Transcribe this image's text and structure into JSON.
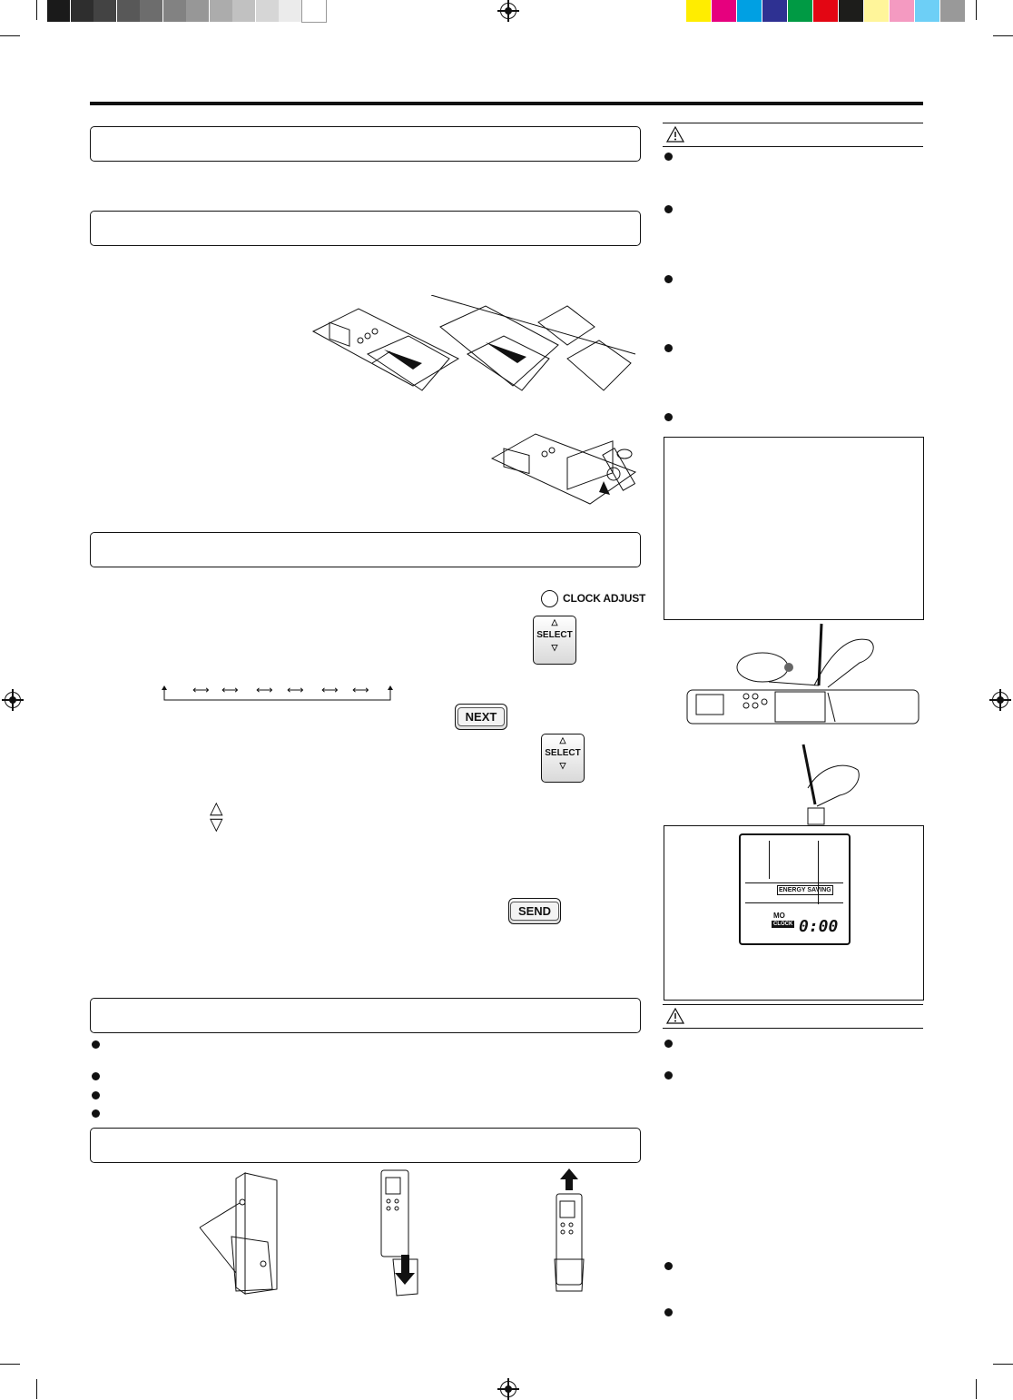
{
  "color_bar": {
    "grays": [
      "#1a1a1a",
      "#2e2e2e",
      "#434343",
      "#585858",
      "#6d6d6d",
      "#828282",
      "#979797",
      "#acacac",
      "#c1c1c1",
      "#d6d6d6",
      "#ebebeb",
      "#ffffff"
    ],
    "colors": [
      "#ffed00",
      "#e6007e",
      "#00a0e3",
      "#2e3192",
      "#009a44",
      "#e30613",
      "#1d1d1b",
      "#fff59a",
      "#f49ac1",
      "#6dcff6",
      "#999999"
    ]
  },
  "buttons": {
    "clock_adjust": "CLOCK ADJUST",
    "select": "SELECT",
    "select_up": "△",
    "select_down": "▽",
    "next": "NEXT",
    "send": "SEND"
  },
  "setting_arrows": [
    "⟷",
    "⟷",
    "⟷",
    "⟷",
    "⟷",
    "⟷"
  ],
  "step_arrows": {
    "up": "△",
    "down": "▽"
  },
  "lcd": {
    "energy_saving": "ENERGY SAVING",
    "day": "MO",
    "clock": "CLOCK",
    "time": "0:00"
  },
  "icons": {
    "warning": "warning-triangle-icon",
    "registration": "registration-mark-icon"
  }
}
